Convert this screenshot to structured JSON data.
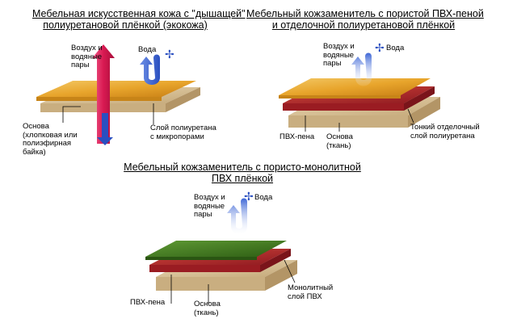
{
  "panels": [
    {
      "title_line1": "Мебельная искусственная кожа с \"дышащей\"",
      "title_line2": "полиуретановой плёнкой (экокожа)",
      "label_air": "Воздух и\nводяные\nпары",
      "label_water": "Вода",
      "label_base": "Основа\n(хлопковая или\nполиэфирная\nбайка)",
      "label_layer": "Слой полиуретана\nс микропорами",
      "colors": {
        "top": "#e8a52c",
        "base": "#d7c198",
        "air_arrow": "#e0205a",
        "water_arrow": "#2a56c9"
      }
    },
    {
      "title_line1": "Мебельный кожзаменитель с пористой ПВХ-пеной",
      "title_line2": "и отделочной полиуретановой плёнкой",
      "label_air": "Воздух и\nводяные\nпары",
      "label_water": "Вода",
      "label_foam": "ПВХ-пена",
      "label_base": "Основа\n(ткань)",
      "label_layer": "Тонкий отделочный\nслой полиуретана",
      "colors": {
        "top": "#e8a52c",
        "foam": "#b8242c",
        "base": "#d7c198"
      }
    },
    {
      "title_line1": "Мебельный кожзаменитель с пористо-монолитной",
      "title_line2": "ПВХ плёнкой",
      "label_air": "Воздух и\nводяные\nпары",
      "label_water": "Вода",
      "label_foam": "ПВХ-пена",
      "label_base": "Основа\n(ткань)",
      "label_layer": "Монолитный\nслой ПВХ",
      "colors": {
        "top": "#3f7a1e",
        "foam": "#b8242c",
        "base": "#d7c198"
      }
    }
  ]
}
